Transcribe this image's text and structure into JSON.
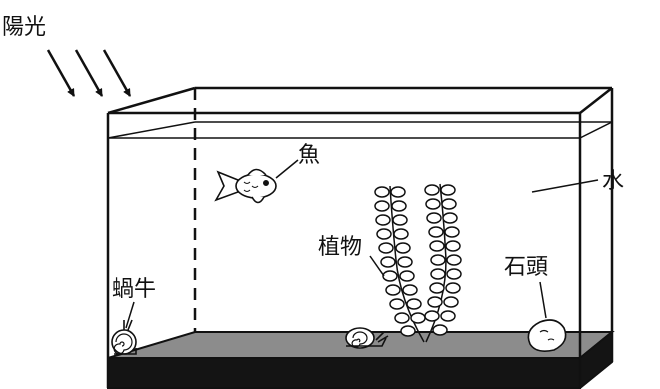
{
  "labels": {
    "sunlight": "陽光",
    "fish": "魚",
    "water": "水",
    "plant": "植物",
    "snail": "蝸牛",
    "stone": "石頭"
  },
  "colors": {
    "line": "#111111",
    "tank_floor": "#8c8c8c",
    "base": "#141414",
    "background": "#ffffff"
  },
  "icons": {
    "sunlight": "sun-ray-arrows",
    "fish": "goldfish",
    "plant": "aquatic-plant",
    "snail": "snail",
    "stone": "stone"
  }
}
